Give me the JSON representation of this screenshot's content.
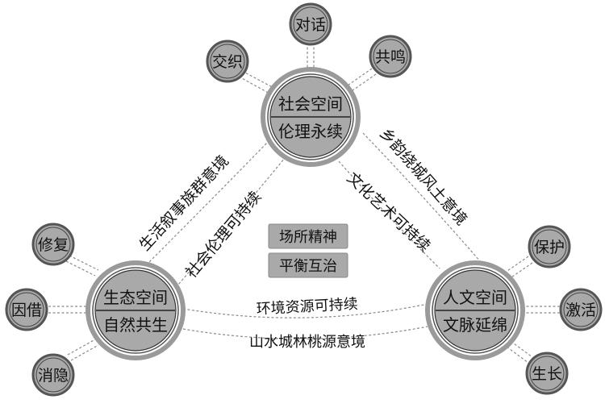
{
  "hubs": {
    "social": {
      "top": "社会空间",
      "bottom": "伦理永续"
    },
    "ecology": {
      "top": "生态空间",
      "bottom": "自然共生"
    },
    "culture": {
      "top": "人文空间",
      "bottom": "文脉延绵"
    }
  },
  "satellites": {
    "social": [
      "交织",
      "对话",
      "共鸣"
    ],
    "ecology": [
      "修复",
      "因借",
      "消隐"
    ],
    "culture": [
      "保护",
      "激活",
      "生长"
    ]
  },
  "edge_labels": {
    "left_outer": "生活叙事族群意境",
    "left_inner": "社会伦理可持续",
    "right_outer": "乡韵绕城风土意境",
    "right_inner": "文化艺术可持续",
    "bottom_upper": "环境资源可持续",
    "bottom_lower": "山水城林桃源意境"
  },
  "center": [
    "场所精神",
    "平衡互治"
  ],
  "colors": {
    "fill": "#a9a9a9",
    "stroke": "#555555",
    "connector": "#8a8a8a"
  }
}
